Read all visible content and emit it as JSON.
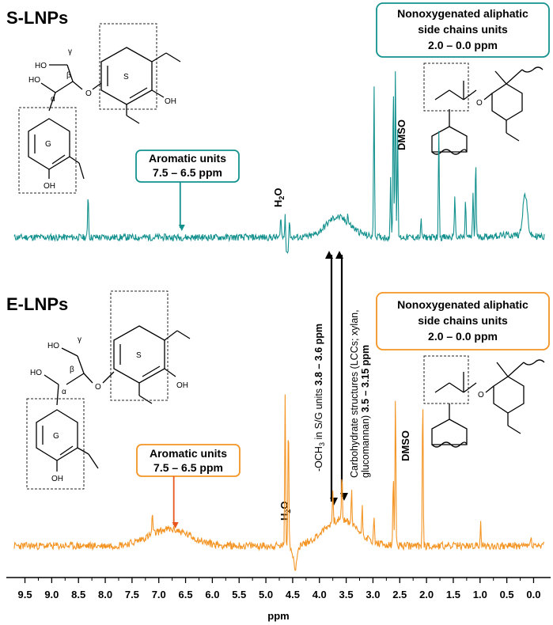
{
  "chart_data": [
    {
      "type": "line",
      "name_label": "S-LNPs",
      "color": "#13918e",
      "xlim": [
        9.7,
        -0.2
      ],
      "xlabel": "ppm",
      "x_ticks": [
        9.5,
        9.0,
        8.5,
        8.0,
        7.5,
        7.0,
        6.5,
        6.0,
        5.5,
        5.0,
        4.5,
        4.0,
        3.5,
        3.0,
        2.5,
        2.0,
        1.5,
        1.0,
        0.5,
        0.0
      ],
      "peaks": [
        {
          "x": 8.32,
          "height": 0.62
        },
        {
          "x": 4.72,
          "height": 0.3
        },
        {
          "x": 4.64,
          "height": 0.38
        },
        {
          "x": 4.56,
          "height": 0.34
        },
        {
          "x": 3.72,
          "height": 0.1,
          "width": 0.25
        },
        {
          "x": 3.47,
          "height": 0.12
        },
        {
          "x": 2.98,
          "height": 2.05
        },
        {
          "x": 2.67,
          "height": 0.78
        },
        {
          "x": 2.62,
          "height": 2.1
        },
        {
          "x": 2.58,
          "height": 2.35
        },
        {
          "x": 2.54,
          "height": 1.4
        },
        {
          "x": 2.1,
          "height": 0.22
        },
        {
          "x": 1.77,
          "height": 1.45
        },
        {
          "x": 1.47,
          "height": 0.6
        },
        {
          "x": 1.27,
          "height": 0.5
        },
        {
          "x": 1.13,
          "height": 0.6
        },
        {
          "x": 1.08,
          "height": 1.05
        },
        {
          "x": 0.16,
          "height": 0.55,
          "width": 0.06
        }
      ],
      "annotations": {
        "aromatic": {
          "title": "Aromatic units",
          "range": "7.5 – 6.5 ppm",
          "arrow_x": 6.6
        },
        "aliphatic": {
          "title_line1": "Nonoxygenated aliphatic",
          "title_line2": "side chains units",
          "range": "2.0 – 0.0 ppm"
        },
        "dmso": "DMSO",
        "water": "H2O"
      },
      "structure_labels": {
        "s_ring": "S",
        "g_ring": "G",
        "ho": "HO",
        "oh": "OH",
        "o": "O",
        "gamma": "γ",
        "beta": "β",
        "alpha": "α"
      }
    },
    {
      "type": "line",
      "name_label": "E-LNPs",
      "color": "#f39423",
      "xlim": [
        9.7,
        -0.2
      ],
      "xlabel": "ppm",
      "x_ticks": [
        9.5,
        9.0,
        8.5,
        8.0,
        7.5,
        7.0,
        6.5,
        6.0,
        5.5,
        5.0,
        4.5,
        4.0,
        3.5,
        3.0,
        2.5,
        2.0,
        1.5,
        1.0,
        0.5,
        0.0
      ],
      "peaks": [
        {
          "x": 7.12,
          "height": 0.3
        },
        {
          "x": 6.8,
          "height": 0.12,
          "width": 0.5
        },
        {
          "x": 4.64,
          "height": 2.05
        },
        {
          "x": 4.58,
          "height": 1.7
        },
        {
          "x": 3.75,
          "height": 0.45
        },
        {
          "x": 3.58,
          "height": 0.6
        },
        {
          "x": 3.4,
          "height": 0.45
        },
        {
          "x": 3.2,
          "height": 0.35
        },
        {
          "x": 2.98,
          "height": 0.32
        },
        {
          "x": 2.62,
          "height": 0.95
        },
        {
          "x": 2.58,
          "height": 2.05
        },
        {
          "x": 2.07,
          "height": 2.05
        },
        {
          "x": 0.99,
          "height": 0.3
        },
        {
          "x": 0.05,
          "height": 0.14
        }
      ],
      "annotations": {
        "aromatic": {
          "title": "Aromatic units",
          "range": "7.5 – 6.5 ppm",
          "arrow_x": 6.72
        },
        "aliphatic": {
          "title_line1": "Nonoxygenated aliphatic",
          "title_line2": "side chains units",
          "range": "2.0 – 0.0 ppm"
        },
        "dmso": "DMSO",
        "water": "H2O",
        "och3": {
          "text_prefix": "-OCH",
          "sub": "3",
          "text_mid": " in S/G units ",
          "range": "3.8 – 3.6 ppm"
        },
        "carbohydrate": {
          "line1": "Carbohydrate structures (LCCs; xylan,",
          "line2_prefix": "glucomannan) ",
          "range": "3.5 – 3.15 ppm"
        }
      },
      "structure_labels": {
        "s_ring": "S",
        "g_ring": "G",
        "ho": "HO",
        "oh": "OH",
        "o": "O",
        "gamma": "γ",
        "beta": "β",
        "alpha": "α"
      }
    }
  ],
  "colors": {
    "teal": "#13918e",
    "orange": "#f39423"
  }
}
